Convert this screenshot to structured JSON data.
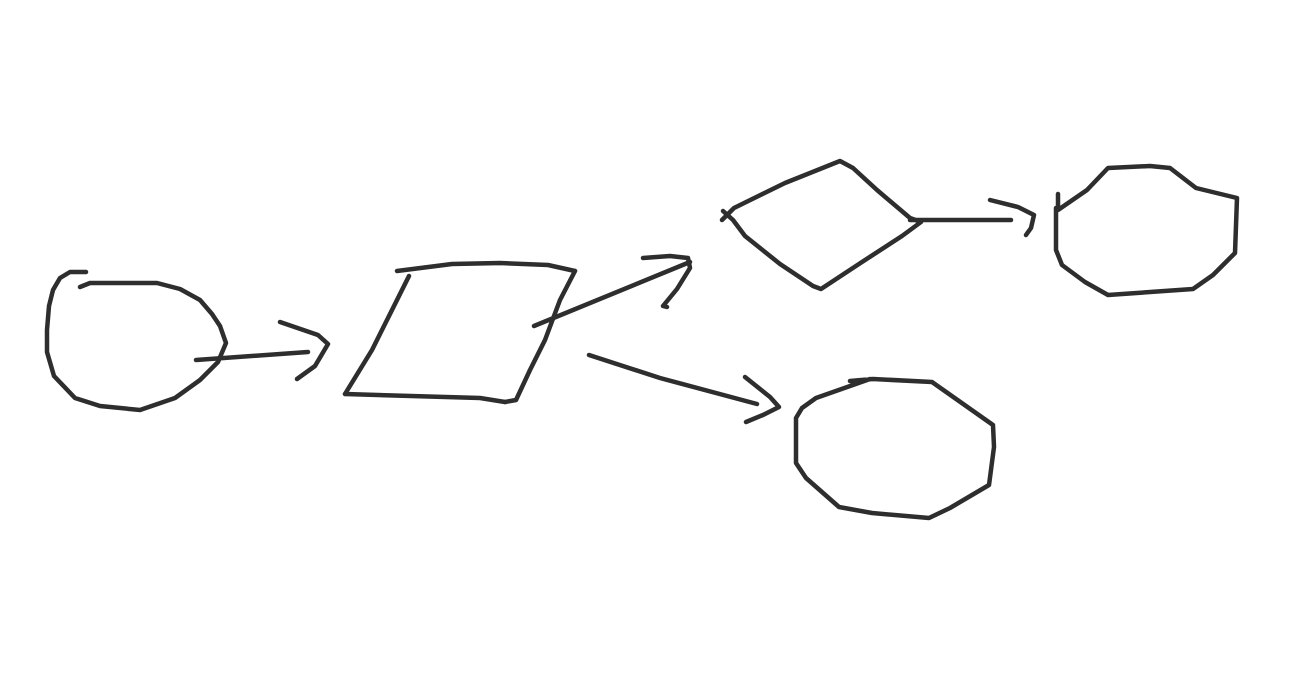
{
  "diagram": {
    "style": "hand-drawn flowchart sketch",
    "background_color": "#ffffff",
    "stroke_color": "#2e2e2e",
    "nodes": [
      {
        "id": "start",
        "shape": "circle"
      },
      {
        "id": "input-output",
        "shape": "parallelogram"
      },
      {
        "id": "decision",
        "shape": "diamond"
      },
      {
        "id": "end-a",
        "shape": "circle"
      },
      {
        "id": "end-b",
        "shape": "circle"
      }
    ],
    "edges": [
      {
        "from": "start",
        "to": "input-output"
      },
      {
        "from": "input-output",
        "to": "decision"
      },
      {
        "from": "input-output",
        "to": "end-b"
      },
      {
        "from": "decision",
        "to": "end-a"
      }
    ]
  }
}
